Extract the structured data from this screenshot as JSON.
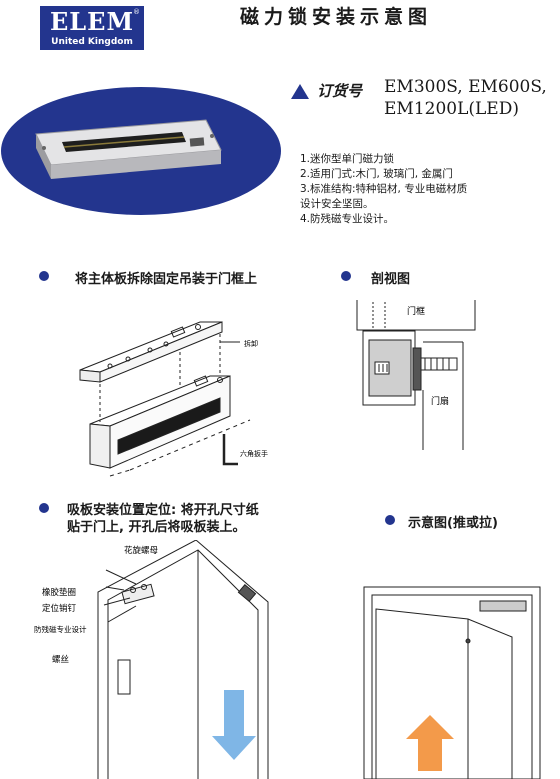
{
  "logo": {
    "word": "ELEM",
    "reg": "®",
    "sub": "United Kingdom"
  },
  "title": "磁力锁安装示意图",
  "order": {
    "label": "订货号",
    "line1": "EM300S, EM600S,",
    "line2": "EM1200L(LED)"
  },
  "features": [
    "1.迷你型单门磁力锁",
    "2.适用门式:木门, 玻璃门, 金属门",
    "3.标准结构:特种铝材, 专业电磁材质",
    "   设计安全坚固。",
    "4.防残磁专业设计。"
  ],
  "sections": {
    "s1": "将主体板拆除固定吊装于门框上",
    "s2": "剖视图",
    "s3_line1": "吸板安装位置定位: 将开孔尺寸纸",
    "s3_line2": "贴于门上, 开孔后将吸板装上。",
    "s4": "示意图(推或拉)"
  },
  "labels": {
    "remove": "拆卸",
    "hex_key": "六角扳手",
    "door_frame": "门框",
    "door_leaf": "门扇",
    "flower_nut": "花旋螺母",
    "rubber_washer": "橡胶垫圈",
    "locating_pin": "定位销钉",
    "anti_residual": "防残磁专业设计",
    "screw": "螺丝"
  },
  "colors": {
    "brand": "#23358e",
    "down_arrow": "#7fb6e6",
    "up_arrow": "#f39a4a"
  }
}
